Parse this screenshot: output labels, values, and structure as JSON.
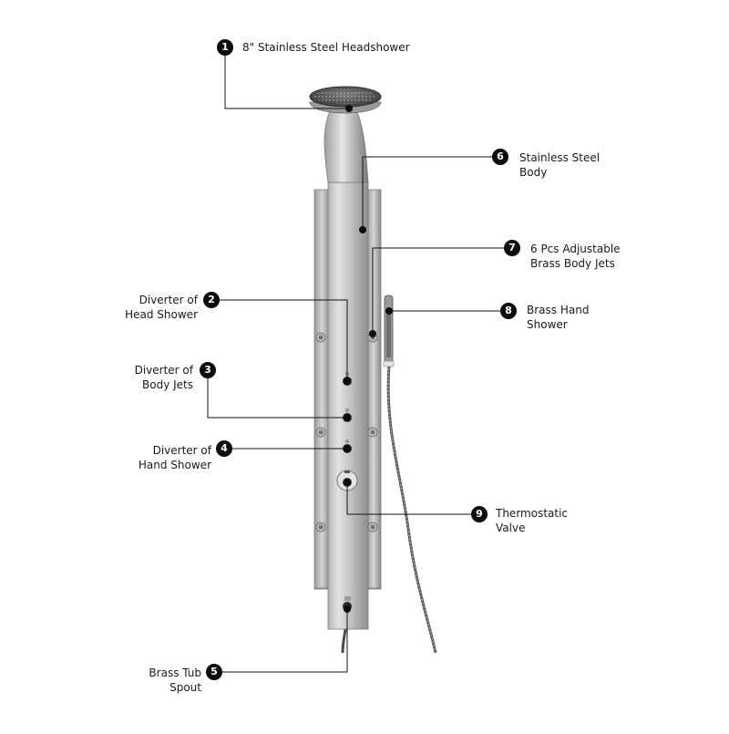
{
  "callouts": [
    {
      "number": "1",
      "lines": [
        "8\" Stainless Steel Headshower"
      ]
    },
    {
      "number": "2",
      "lines": [
        "Diverter of",
        "Head Shower"
      ]
    },
    {
      "number": "3",
      "lines": [
        "Diverter of",
        "Body Jets"
      ]
    },
    {
      "number": "4",
      "lines": [
        "Diverter of",
        "Hand Shower"
      ]
    },
    {
      "number": "5",
      "lines": [
        "Brass Tub",
        "Spout"
      ]
    },
    {
      "number": "6",
      "lines": [
        "Stainless Steel",
        "Body"
      ]
    },
    {
      "number": "7",
      "lines": [
        "6 Pcs Adjustable",
        "Brass Body Jets"
      ]
    },
    {
      "number": "8",
      "lines": [
        "Brass Hand",
        "Shower"
      ]
    },
    {
      "number": "9",
      "lines": [
        "Thermostatic",
        "Valve"
      ]
    }
  ],
  "colors": {
    "steel_light": "#d9d9d9",
    "steel_mid": "#a8a8a8",
    "steel_dark": "#6e6e6e",
    "leader_line": "#111111",
    "badge": "#0d0d0d"
  }
}
